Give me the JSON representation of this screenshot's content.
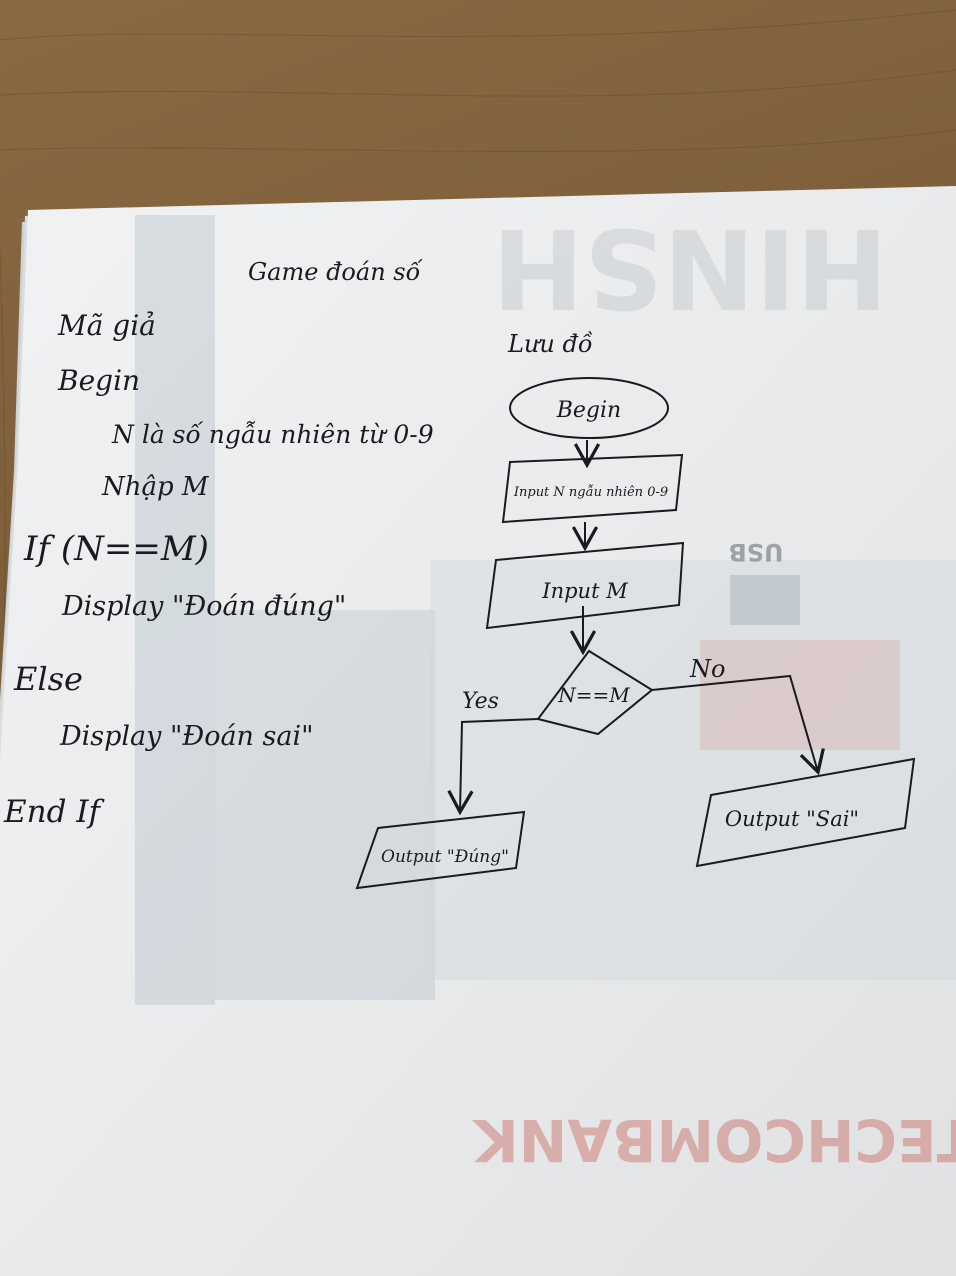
{
  "title": "Game đoán số",
  "pseudocode": {
    "heading": "Mã giả",
    "lines": [
      "Begin",
      "N là số ngẫu nhiên từ 0-9",
      "Nhập M",
      "If (N==M)",
      "Display \"Đoán đúng\"",
      "Else",
      "Display \"Đoán sai\"",
      "End If"
    ]
  },
  "flowchart": {
    "heading": "Lưu đồ",
    "begin": "Begin",
    "step1": "Input N ngẫu nhiên 0-9",
    "step2": "Input M",
    "decision": "N==M",
    "yes_label": "Yes",
    "no_label": "No",
    "out_yes": "Output \"Đúng\"",
    "out_no": "Output \"Sai\""
  },
  "background_print": {
    "top": "HINSH",
    "badge": "USB",
    "bottom": "TECHCOMBANK"
  },
  "colors": {
    "wood": "#7a5c38",
    "paper": "#eceef0",
    "ink": "#1a1a22",
    "print_red": "#c0392b"
  }
}
